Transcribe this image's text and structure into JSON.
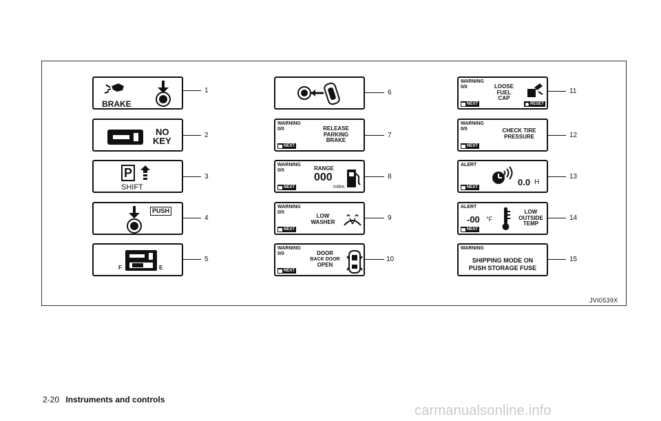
{
  "figure": {
    "code": "JVI0539X",
    "callouts": [
      "1",
      "2",
      "3",
      "4",
      "5",
      "6",
      "7",
      "8",
      "9",
      "10",
      "11",
      "12",
      "13",
      "14",
      "15"
    ]
  },
  "panels": {
    "p1": {
      "label": "BRAKE"
    },
    "p2": {
      "line1": "NO",
      "line2": "KEY"
    },
    "p3": {
      "gear": "P",
      "label": "SHIFT"
    },
    "p4": {
      "push": "PUSH"
    },
    "p5": {
      "f": "F",
      "e": "E"
    },
    "p7": {
      "h1": "WARNING",
      "h2": "0/0",
      "l1": "RELEASE",
      "l2": "PARKING",
      "l3": "BRAKE",
      "next": "NEXT"
    },
    "p8": {
      "h1": "WARNING",
      "h2": "0/0",
      "range": "RANGE",
      "value": "000",
      "unit": "miles",
      "next": "NEXT"
    },
    "p9": {
      "h1": "WARNING",
      "h2": "0/0",
      "l1": "LOW",
      "l2": "WASHER",
      "next": "NEXT"
    },
    "p10": {
      "h1": "WARNING",
      "h2": "0/0",
      "l1": "DOOR",
      "l2": "BACK DOOR",
      "l3": "OPEN",
      "next": "NEXT"
    },
    "p11": {
      "h1": "WARNING",
      "h2": "0/0",
      "l1": "LOOSE",
      "l2": "FUEL",
      "l3": "CAP",
      "next": "NEXT",
      "reset": "RESET"
    },
    "p12": {
      "h1": "WARNING",
      "h2": "0/0",
      "l1": "CHECK TIRE",
      "l2": "PRESSURE",
      "next": "NEXT"
    },
    "p13": {
      "h1": "ALERT",
      "value": "0.0",
      "unit": "H",
      "next": "NEXT"
    },
    "p14": {
      "h1": "ALERT",
      "value": "-00",
      "unit": "°F",
      "l1": "LOW",
      "l2": "OUTSIDE",
      "l3": "TEMP",
      "next": "NEXT"
    },
    "p15": {
      "h1": "WARNING",
      "l1": "SHIPPING MODE ON",
      "l2": "PUSH STORAGE FUSE"
    }
  },
  "footer": {
    "page": "2-20",
    "title": "Instruments and controls"
  },
  "watermark": "carmanualsonline.info"
}
